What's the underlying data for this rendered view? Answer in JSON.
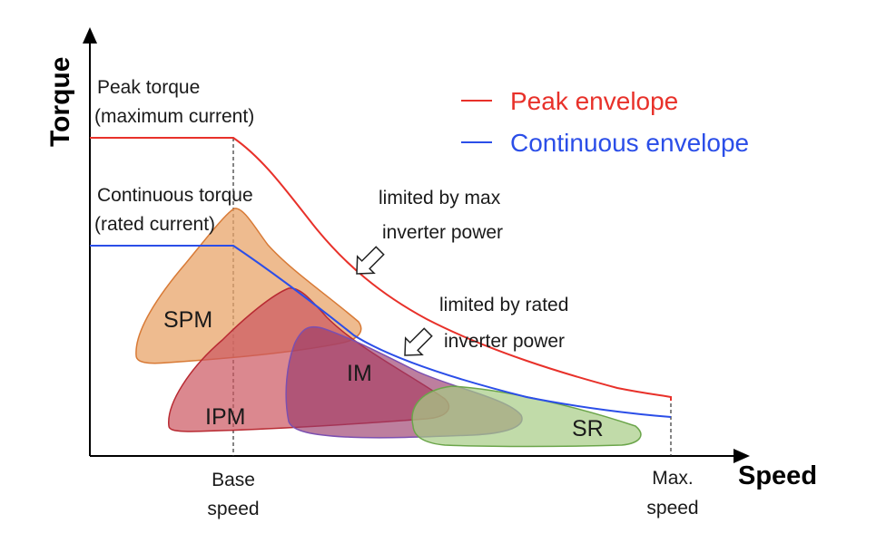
{
  "axes": {
    "y_title": "Torque",
    "x_title": "Speed"
  },
  "labels": {
    "peak_torque_1": "Peak torque",
    "peak_torque_2": "(maximum current)",
    "cont_torque_1": "Continuous torque",
    "cont_torque_2": "(rated current)",
    "base_speed_1": "Base",
    "base_speed_2": "speed",
    "max_speed_1": "Max.",
    "max_speed_2": "speed",
    "limit_max_1": "limited by max",
    "limit_max_2": "inverter power",
    "limit_rated_1": "limited by rated",
    "limit_rated_2": "inverter power"
  },
  "legend": {
    "peak": "Peak envelope",
    "continuous": "Continuous envelope"
  },
  "regions": {
    "spm": "SPM",
    "ipm": "IPM",
    "im": "IM",
    "sr": "SR"
  },
  "colors": {
    "peak": "#e8312a",
    "continuous": "#2b4ee8",
    "spm": "#e8a46a",
    "ipm": "#cc5560",
    "im": "#9a3a6a",
    "sr": "#a6cc84"
  }
}
